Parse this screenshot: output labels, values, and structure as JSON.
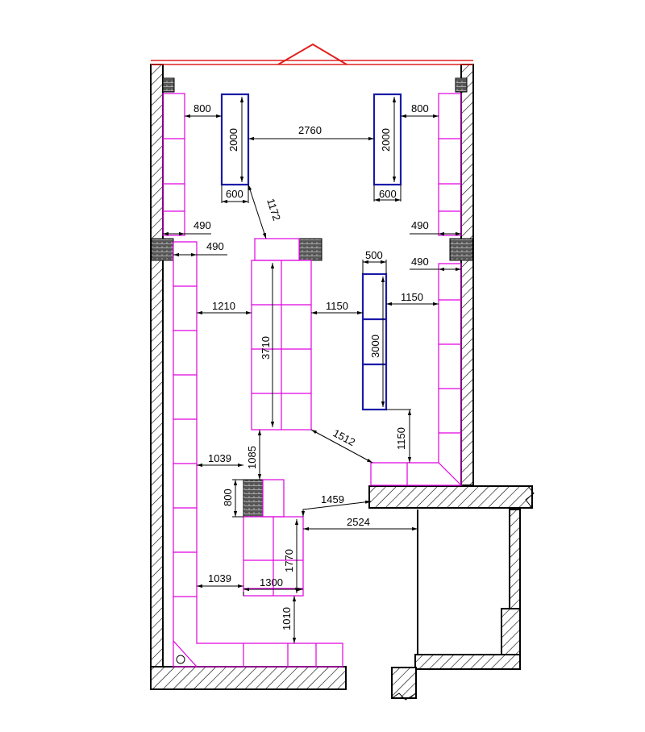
{
  "colors": {
    "walls": "#000000",
    "shelving": "#e000e0",
    "tables": "#1a1aa8",
    "entrance": "#e02020"
  },
  "dimensions": {
    "top_left_gap": "800",
    "top_right_gap": "800",
    "top_left_table_len": "2000",
    "top_right_table_len": "2000",
    "top_tables_between": "2760",
    "top_left_table_w": "600",
    "top_right_table_w": "600",
    "diag_top": "1172",
    "left_upper_490": "490",
    "left_lower_490": "490",
    "right_upper_490": "490",
    "right_lower_490": "490",
    "mid_table_w": "500",
    "left_aisle": "1210",
    "center_to_table": "1150",
    "table_to_right": "1150",
    "center_unit_len": "3710",
    "right_table_len": "3000",
    "diag_mid": "1512",
    "table_to_counter": "1150",
    "center_to_cashier": "1085",
    "left_to_cashier": "1039",
    "cashier_col": "800",
    "diag_bottom": "1459",
    "cashier_to_wall": "2524",
    "cashier_len": "1770",
    "left_to_lower": "1039",
    "lower_unit_w": "1300",
    "lower_to_bottom": "1010"
  }
}
